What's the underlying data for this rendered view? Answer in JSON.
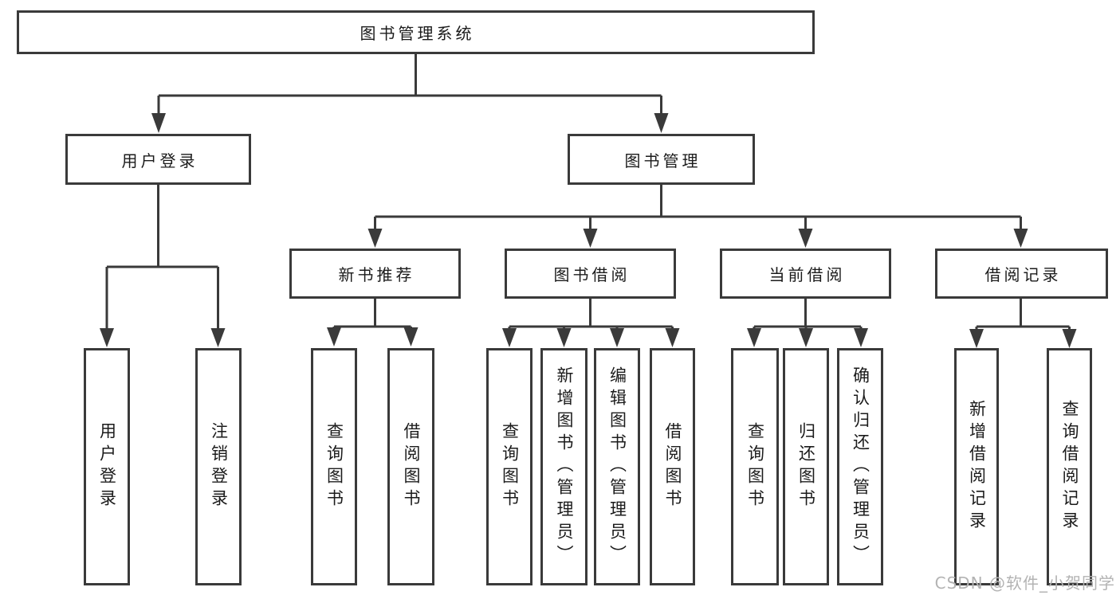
{
  "diagram": {
    "type": "hierarchy-tree",
    "title": "图书管理系统",
    "nodes": {
      "root": {
        "label": "图书管理系统",
        "children": [
          "user_login",
          "book_mgmt"
        ]
      },
      "user_login": {
        "label": "用户登录",
        "children": [
          "login_action",
          "logout_action"
        ]
      },
      "book_mgmt": {
        "label": "图书管理",
        "children": [
          "new_book_rec",
          "book_borrow",
          "current_borrow",
          "borrow_record"
        ]
      },
      "login_action": {
        "label": "用户登录",
        "children": []
      },
      "logout_action": {
        "label": "注销登录",
        "children": []
      },
      "new_book_rec": {
        "label": "新书推荐",
        "children": [
          "rec_query_book",
          "rec_borrow_book"
        ]
      },
      "book_borrow": {
        "label": "图书借阅",
        "children": [
          "bb_query_book",
          "bb_add_book",
          "bb_edit_book",
          "bb_borrow_book"
        ]
      },
      "current_borrow": {
        "label": "当前借阅",
        "children": [
          "cb_query_book",
          "cb_return_book",
          "cb_confirm_return"
        ]
      },
      "borrow_record": {
        "label": "借阅记录",
        "children": [
          "br_add_record",
          "br_query_record"
        ]
      },
      "rec_query_book": {
        "label": "查询图书",
        "children": []
      },
      "rec_borrow_book": {
        "label": "借阅图书",
        "children": []
      },
      "bb_query_book": {
        "label": "查询图书",
        "children": []
      },
      "bb_add_book": {
        "label": "新增图书（管理员）",
        "children": []
      },
      "bb_edit_book": {
        "label": "编辑图书（管理员）",
        "children": []
      },
      "bb_borrow_book": {
        "label": "借阅图书",
        "children": []
      },
      "cb_query_book": {
        "label": "查询图书",
        "children": []
      },
      "cb_return_book": {
        "label": "归还图书",
        "children": []
      },
      "cb_confirm_return": {
        "label": "确认归还（管理员）",
        "children": []
      },
      "br_add_record": {
        "label": "新增借阅记录",
        "children": []
      },
      "br_query_record": {
        "label": "查询借阅记录",
        "children": []
      }
    },
    "colors": {
      "line": "#3a3a3a",
      "border": "#3a3a3a",
      "text": "#1b1b1b",
      "watermark": "#b3b3b3",
      "background": "#ffffff"
    },
    "watermark": "CSDN @软件_小贺同学"
  }
}
